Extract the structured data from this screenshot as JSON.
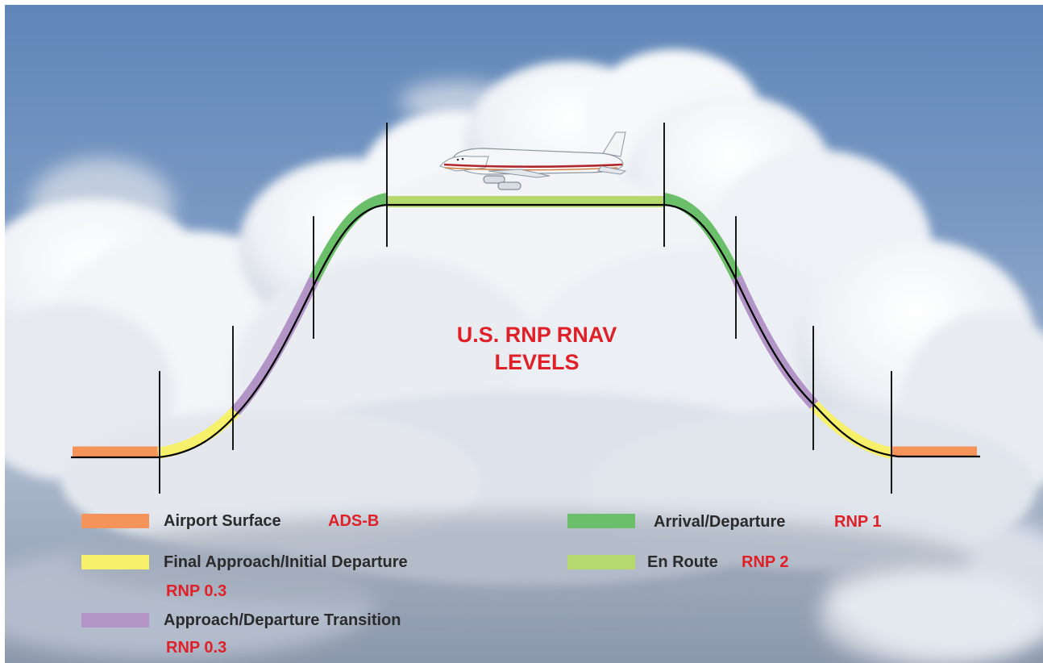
{
  "diagram": {
    "title_line1": "U.S. RNP RNAV",
    "title_line2": "LEVELS"
  },
  "colors": {
    "airport_surface": "#f4935a",
    "final_approach": "#f6f06a",
    "transition": "#b394c6",
    "arrival_departure": "#6cbf6a",
    "en_route": "#b5d96d",
    "value_text": "#e02028",
    "label_text": "#2b2b2b"
  },
  "legend": {
    "airport_surface": {
      "label": "Airport Surface",
      "value": "ADS-B"
    },
    "final_approach": {
      "label": "Final Approach/Initial Departure",
      "value": "RNP 0.3"
    },
    "transition": {
      "label": "Approach/Departure Transition",
      "value": "RNP 0.3"
    },
    "arrival_departure": {
      "label": "Arrival/Departure",
      "value": "RNP 1"
    },
    "en_route": {
      "label": "En Route",
      "value": "RNP 2"
    }
  },
  "icons": {
    "aircraft": "airliner-icon"
  }
}
